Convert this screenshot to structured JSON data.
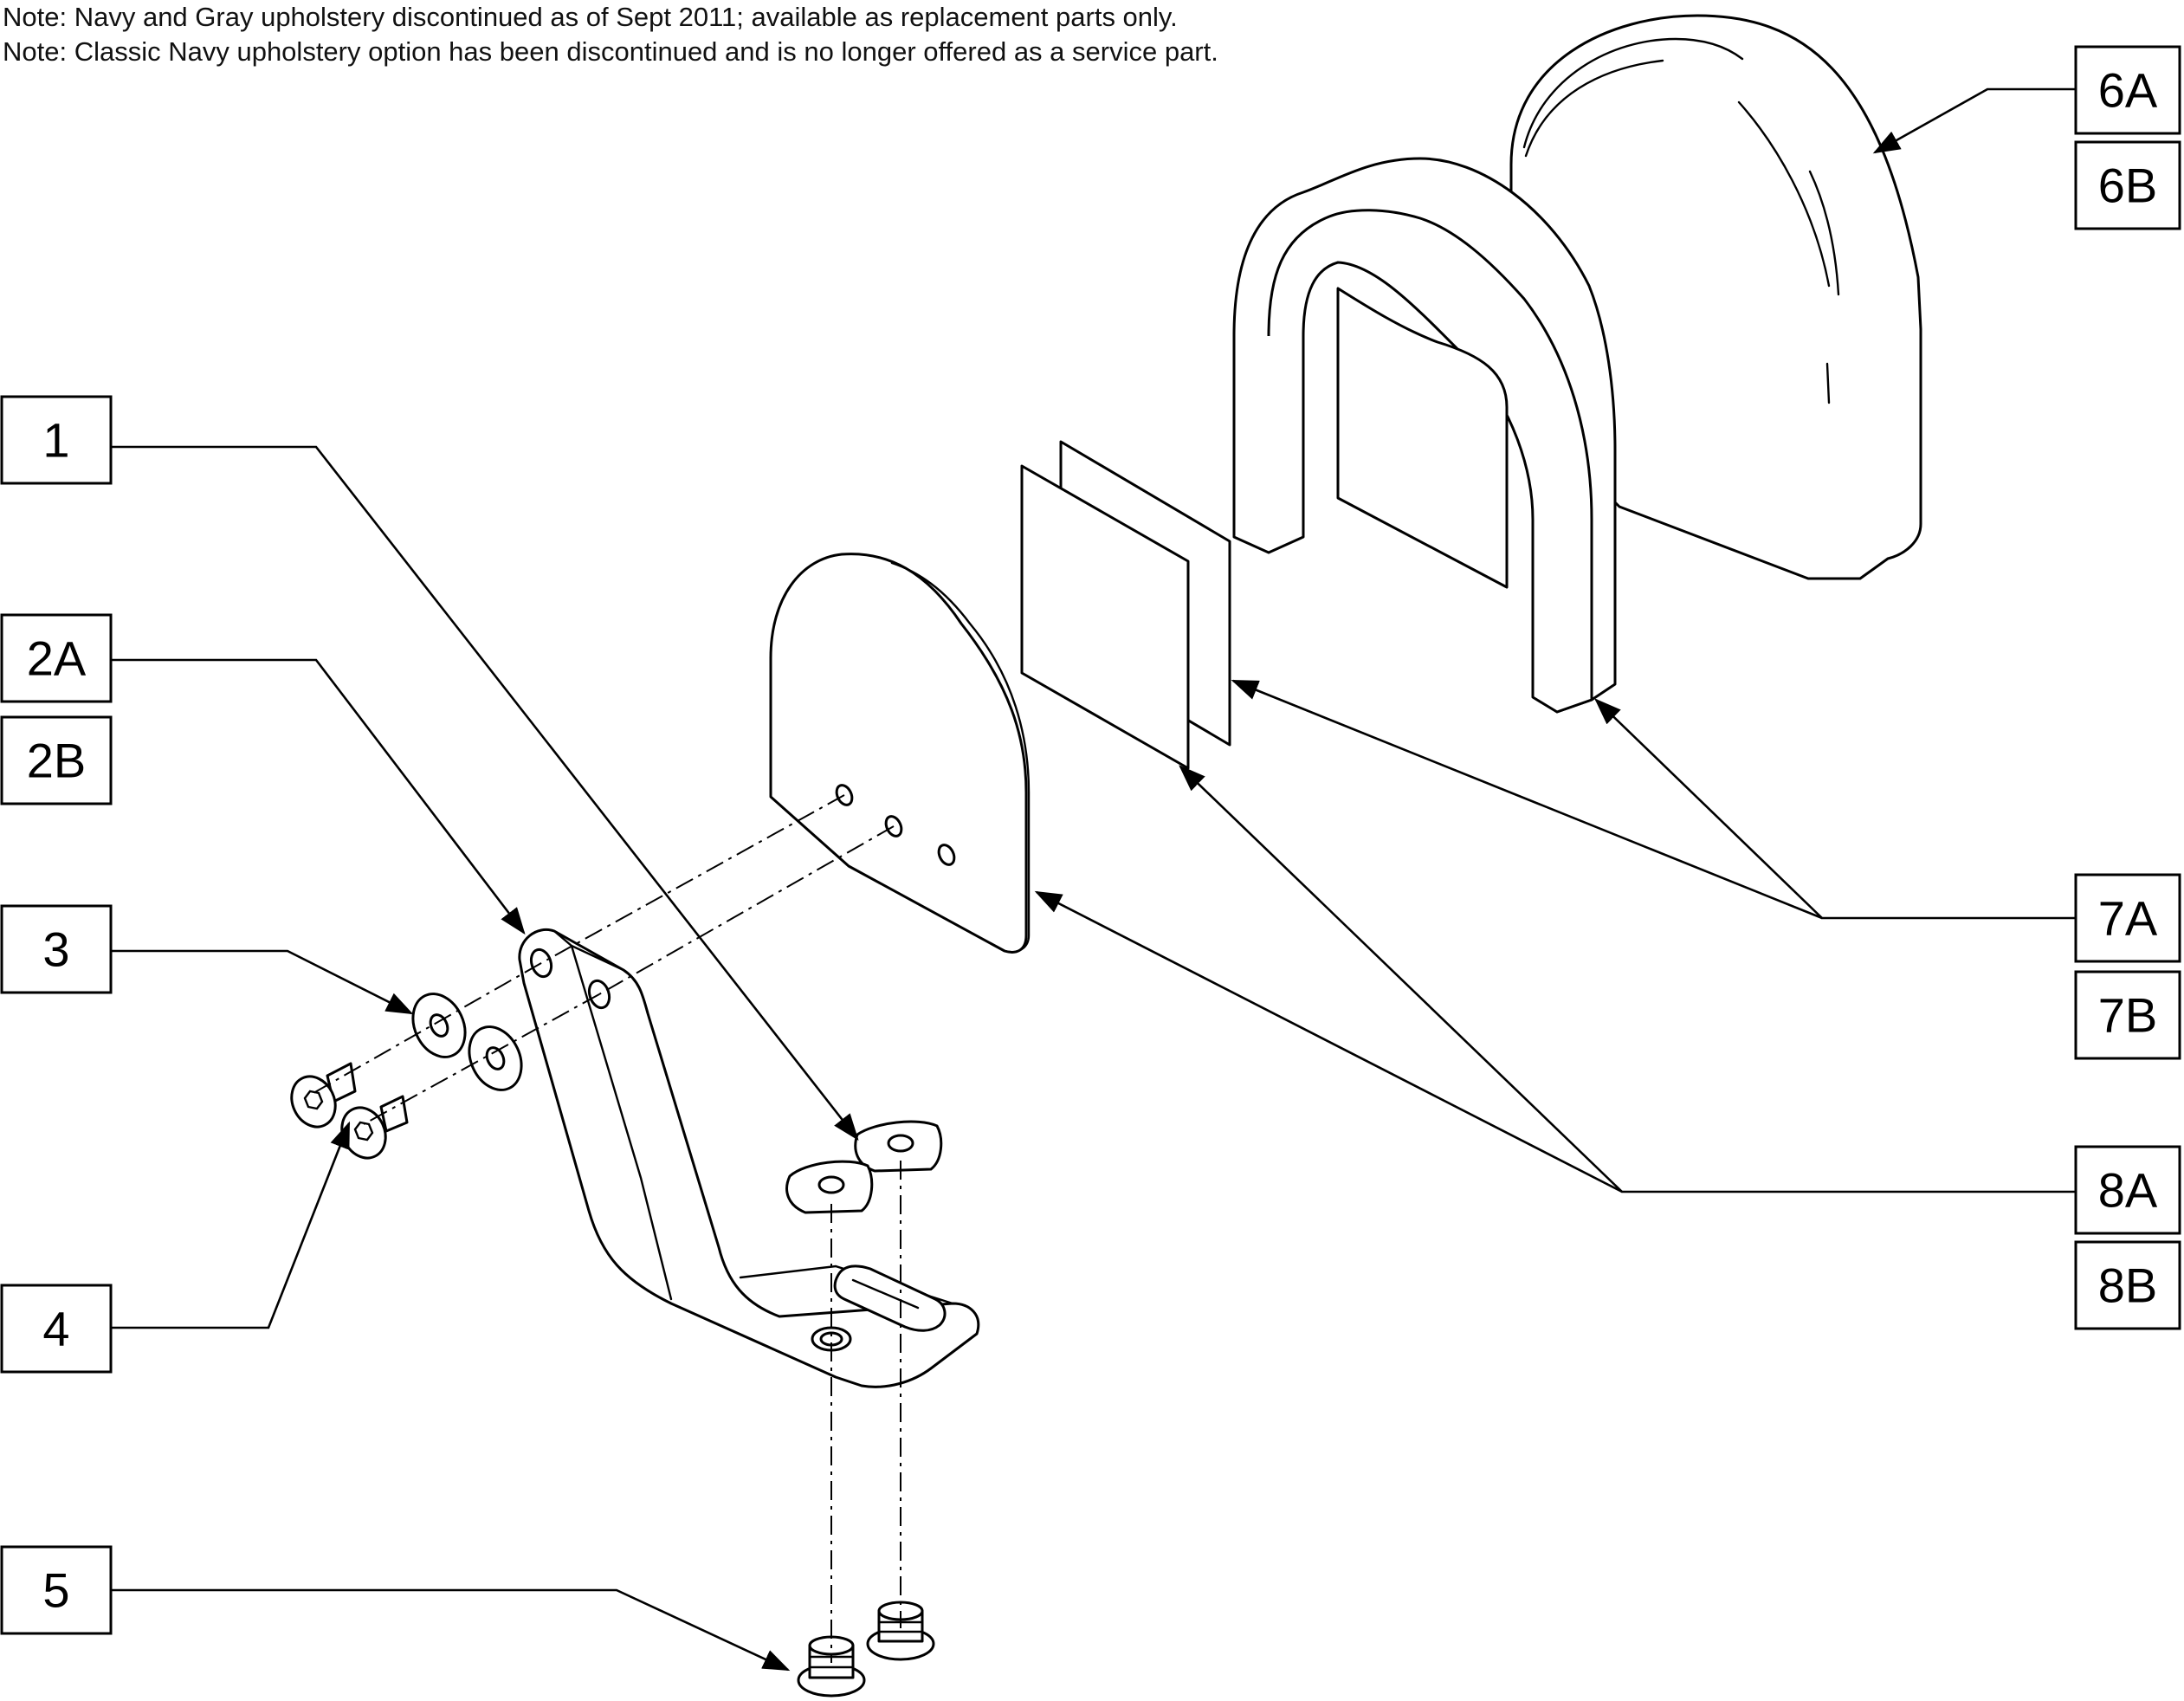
{
  "notes": [
    "Note: Navy and Gray upholstery discontinued as of Sept 2011; available as replacement parts only.",
    "Note: Classic Navy upholstery option has been discontinued and is no longer offered as a service part."
  ],
  "callouts": {
    "c1": "1",
    "c2a": "2A",
    "c2b": "2B",
    "c3": "3",
    "c4": "4",
    "c5": "5",
    "c6a": "6A",
    "c6b": "6B",
    "c7a": "7A",
    "c7b": "7B",
    "c8a": "8A",
    "c8b": "8B"
  },
  "colors": {
    "line": "#000000",
    "background": "#ffffff"
  }
}
